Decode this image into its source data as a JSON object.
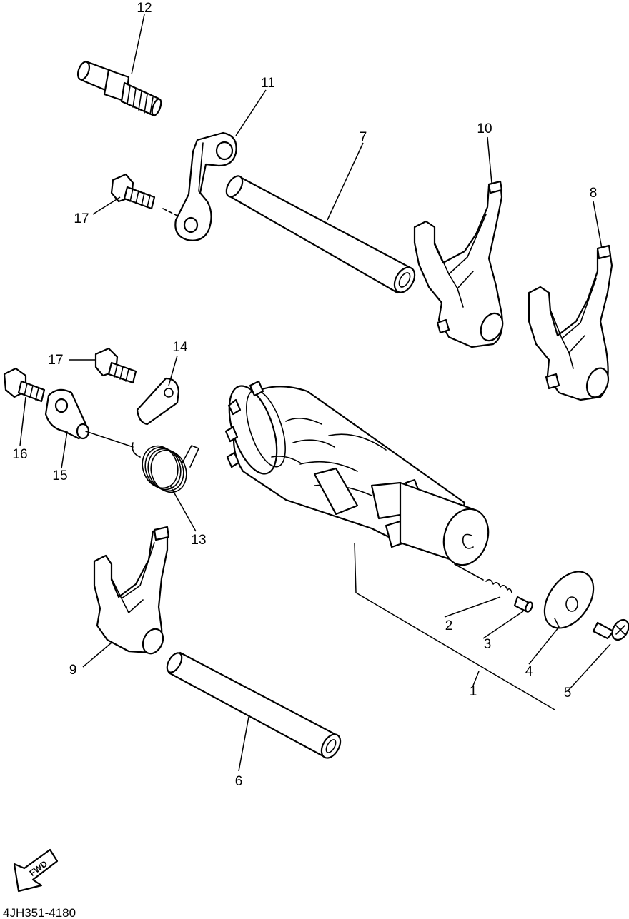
{
  "diagram_code": "4JH351-4180",
  "fwd_label": "FWD",
  "callouts": {
    "c1": "1",
    "c2": "2",
    "c3": "3",
    "c4": "4",
    "c5": "5",
    "c6": "6",
    "c7": "7",
    "c8": "8",
    "c9": "9",
    "c10": "10",
    "c11": "11",
    "c12": "12",
    "c13": "13",
    "c14": "14",
    "c15": "15",
    "c16": "16",
    "c17a": "17",
    "c17b": "17"
  }
}
